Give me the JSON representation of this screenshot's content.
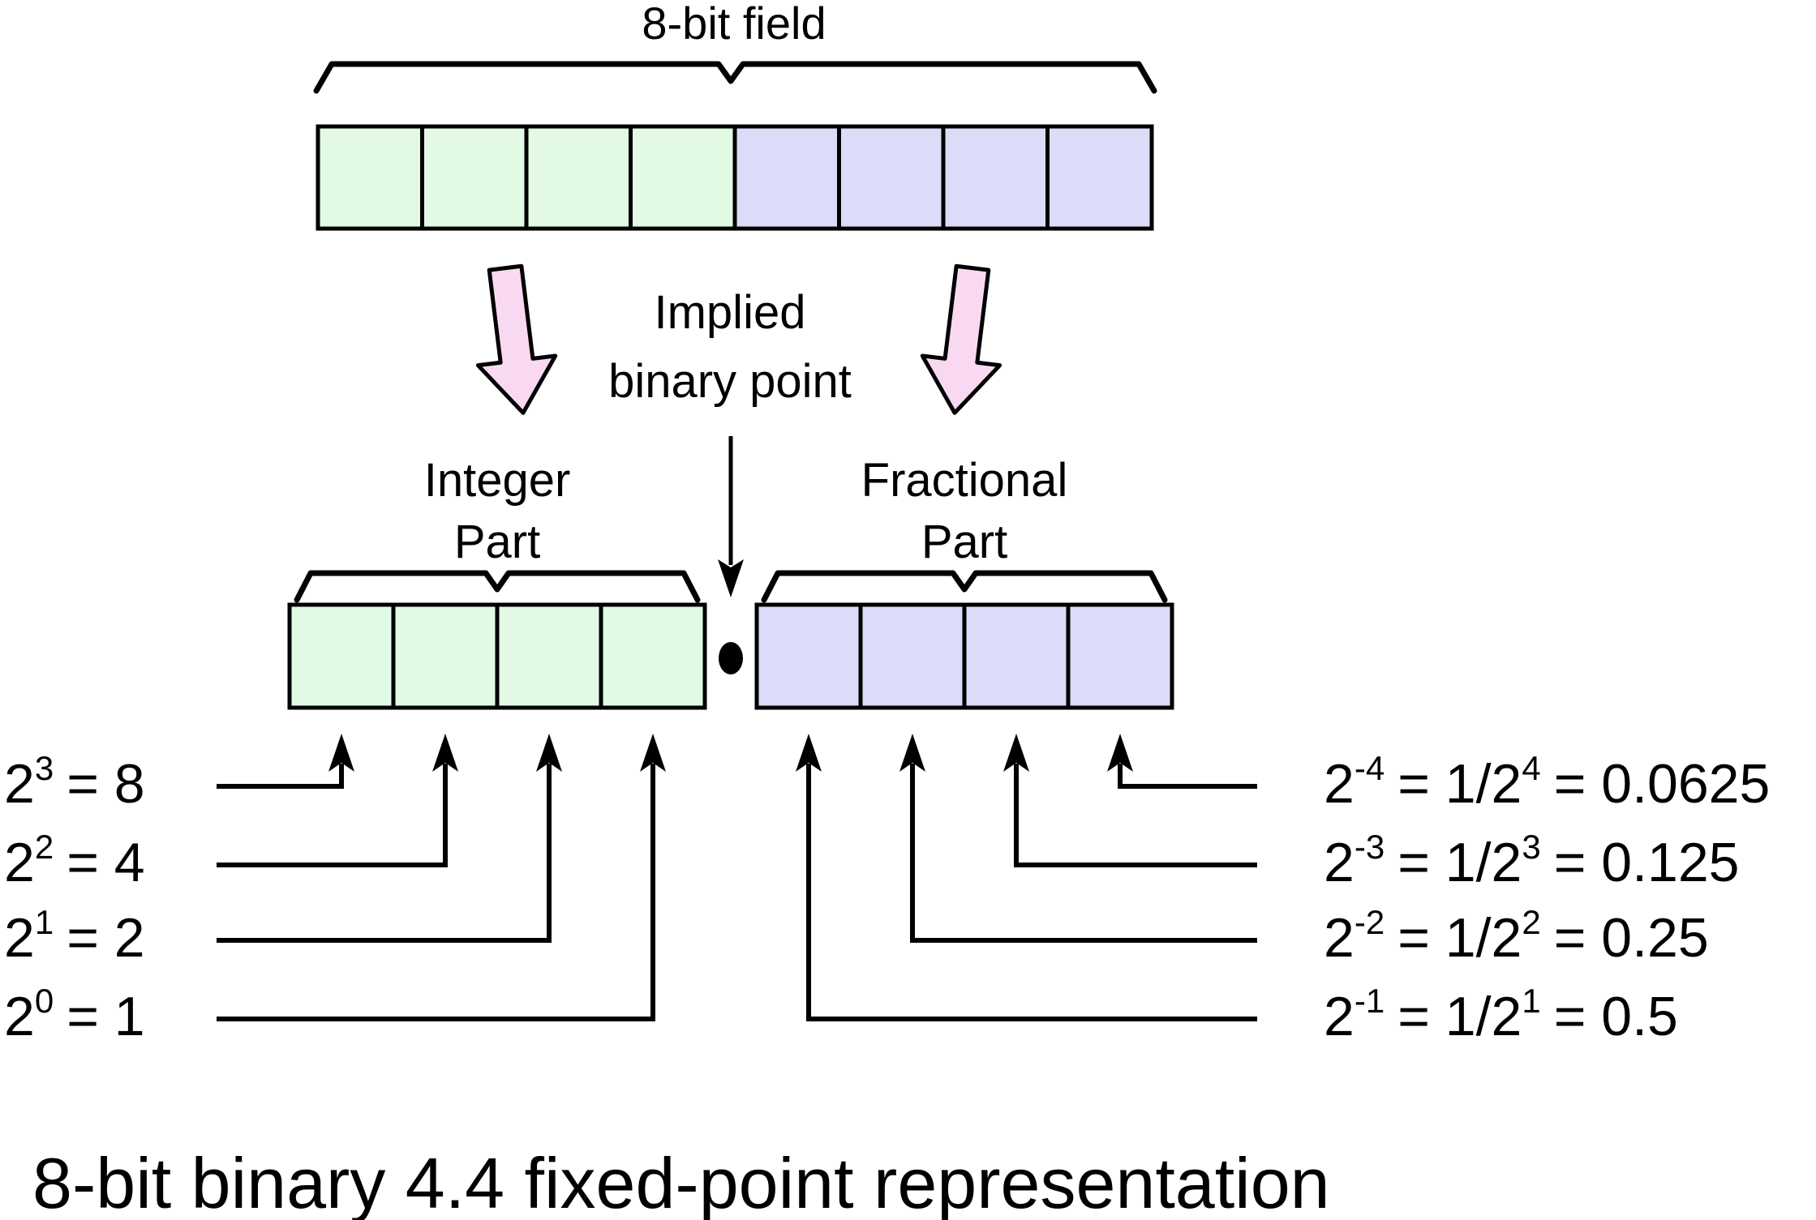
{
  "diagram": {
    "field_label": "8-bit field",
    "implied_point": {
      "line1": "Implied",
      "line2": "binary point"
    },
    "integer_part": {
      "line1": "Integer",
      "line2": "Part"
    },
    "fractional_part": {
      "line1": "Fractional",
      "line2": "Part"
    },
    "caption": "8-bit binary 4.4 fixed-point representation",
    "bit_field": {
      "total_bits": 8,
      "integer_bits": 4,
      "fractional_bits": 4
    },
    "place_values": {
      "integer": [
        {
          "base": "2",
          "exp": "3",
          "rest": "=  8"
        },
        {
          "base": "2",
          "exp": "2",
          "rest": "=  4"
        },
        {
          "base": "2",
          "exp": "1",
          "rest": "=  2"
        },
        {
          "base": "2",
          "exp": "0",
          "rest": "=  1"
        }
      ],
      "fractional": [
        {
          "base": "2",
          "exp": "-4",
          "mid": "=  1/2",
          "exp2": "4",
          "rest": "=  0.0625"
        },
        {
          "base": "2",
          "exp": "-3",
          "mid": "=  1/2",
          "exp2": "3",
          "rest": "=  0.125"
        },
        {
          "base": "2",
          "exp": "-2",
          "mid": "=  1/2",
          "exp2": "2",
          "rest": "=  0.25"
        },
        {
          "base": "2",
          "exp": "-1",
          "mid": "=  1/2",
          "exp2": "1",
          "rest": "=  0.5"
        }
      ]
    },
    "colors": {
      "integer_fill": "#e2f9e4",
      "fractional_fill": "#dcdcf8",
      "arrow_fill": "#f9d9f2",
      "stroke": "#000000"
    }
  }
}
